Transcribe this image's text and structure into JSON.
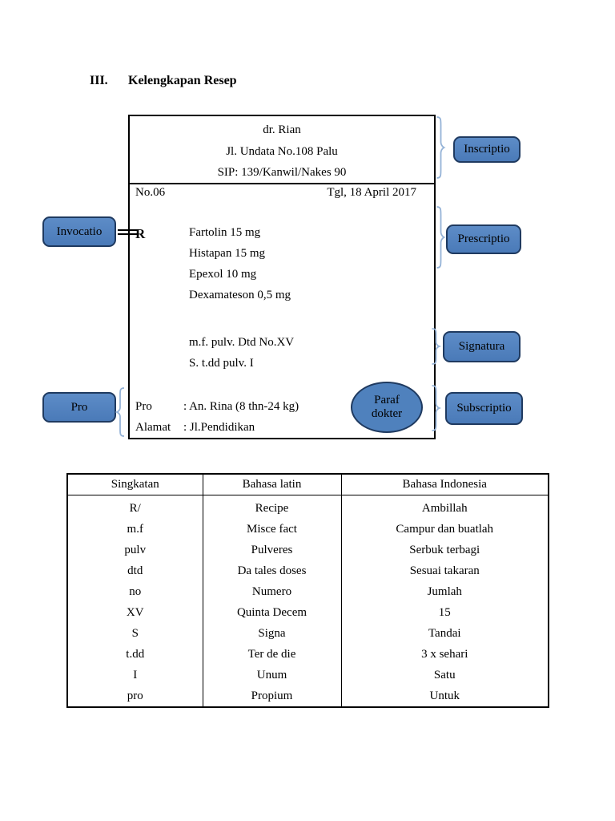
{
  "heading": {
    "number": "III.",
    "title": "Kelengkapan Resep"
  },
  "prescription": {
    "doctor_name": "dr. Rian",
    "doctor_address": "Jl. Undata No.108 Palu",
    "doctor_sip": "SIP: 139/Kanwil/Nakes 90",
    "number": "No.06",
    "date": "Tgl, 18 April 2017",
    "invocation_symbol": "R",
    "medications": [
      "Fartolin 15 mg",
      "Histapan 15 mg",
      "Epexol 10 mg",
      "Dexamateson 0,5 mg"
    ],
    "subscriptio_lines": [
      "m.f. pulv. Dtd No.XV",
      "S. t.dd pulv. I"
    ],
    "patient": {
      "label": "Pro",
      "value": ": An. Rina (8 thn-24 kg)"
    },
    "address": {
      "label": "Alamat",
      "value": ": Jl.Pendidikan"
    },
    "paraf": {
      "line1": "Paraf",
      "line2": "dokter"
    }
  },
  "callouts": {
    "inscriptio": "Inscriptio",
    "invocatio": "Invocatio",
    "prescriptio": "Prescriptio",
    "signatura": "Signatura",
    "pro": "Pro",
    "subscriptio": "Subscriptio"
  },
  "colors": {
    "callout_fill": "#4f81bd",
    "callout_border": "#1f3a60",
    "brace": "#95b3d7",
    "line": "#000000",
    "background": "#ffffff"
  },
  "table": {
    "headers": [
      "Singkatan",
      "Bahasa latin",
      "Bahasa Indonesia"
    ],
    "rows": [
      [
        "R/",
        "Recipe",
        "Ambillah"
      ],
      [
        "m.f",
        "Misce fact",
        "Campur dan buatlah"
      ],
      [
        "pulv",
        "Pulveres",
        "Serbuk terbagi"
      ],
      [
        "dtd",
        "Da tales doses",
        "Sesuai takaran"
      ],
      [
        "no",
        "Numero",
        "Jumlah"
      ],
      [
        "XV",
        "Quinta Decem",
        "15"
      ],
      [
        "S",
        "Signa",
        "Tandai"
      ],
      [
        "t.dd",
        "Ter de die",
        "3 x sehari"
      ],
      [
        "I",
        "Unum",
        "Satu"
      ],
      [
        "pro",
        "Propium",
        "Untuk"
      ]
    ]
  }
}
